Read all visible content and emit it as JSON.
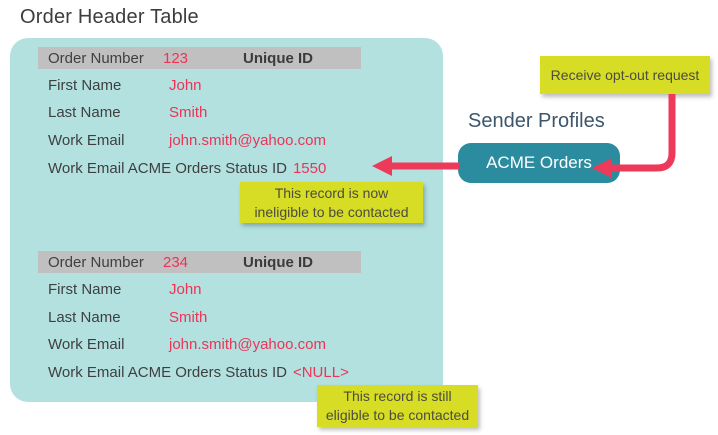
{
  "title": "Order Header Table",
  "table": {
    "records": [
      {
        "header": {
          "label": "Order Number",
          "value": "123",
          "badge": "Unique ID"
        },
        "rows": [
          {
            "label": "First Name",
            "value": "John"
          },
          {
            "label": "Last Name",
            "value": "Smith"
          },
          {
            "label": "Work Email",
            "value": "john.smith@yahoo.com"
          },
          {
            "label": "Work Email ACME Orders Status ID",
            "value": "1550"
          }
        ]
      },
      {
        "header": {
          "label": "Order Number",
          "value": "234",
          "badge": "Unique ID"
        },
        "rows": [
          {
            "label": "First Name",
            "value": "John"
          },
          {
            "label": "Last Name",
            "value": "Smith"
          },
          {
            "label": "Work Email",
            "value": "john.smith@yahoo.com"
          },
          {
            "label": "Work Email ACME Orders Status ID",
            "value": "<NULL>"
          }
        ]
      }
    ]
  },
  "sender_profiles": {
    "heading": "Sender Profiles",
    "profile_label": "ACME Orders"
  },
  "callouts": {
    "opt_out": {
      "text": "Receive opt-out request"
    },
    "ineligible": {
      "line1": "This record is now",
      "line2": "ineligible to be contacted"
    },
    "eligible": {
      "line1": "This record is still",
      "line2": "eligible to be contacted"
    }
  },
  "colors": {
    "panel_teal": "#b2e1e0",
    "header_gray": "#c0c0c0",
    "value_red": "#ee3356",
    "callout_yellow": "#d6dd24",
    "profile_teal": "#2b8c9f",
    "arrow_pink": "#ee3a5a",
    "heading_slate": "#3e566b",
    "text_dark": "#3f3f3f"
  }
}
